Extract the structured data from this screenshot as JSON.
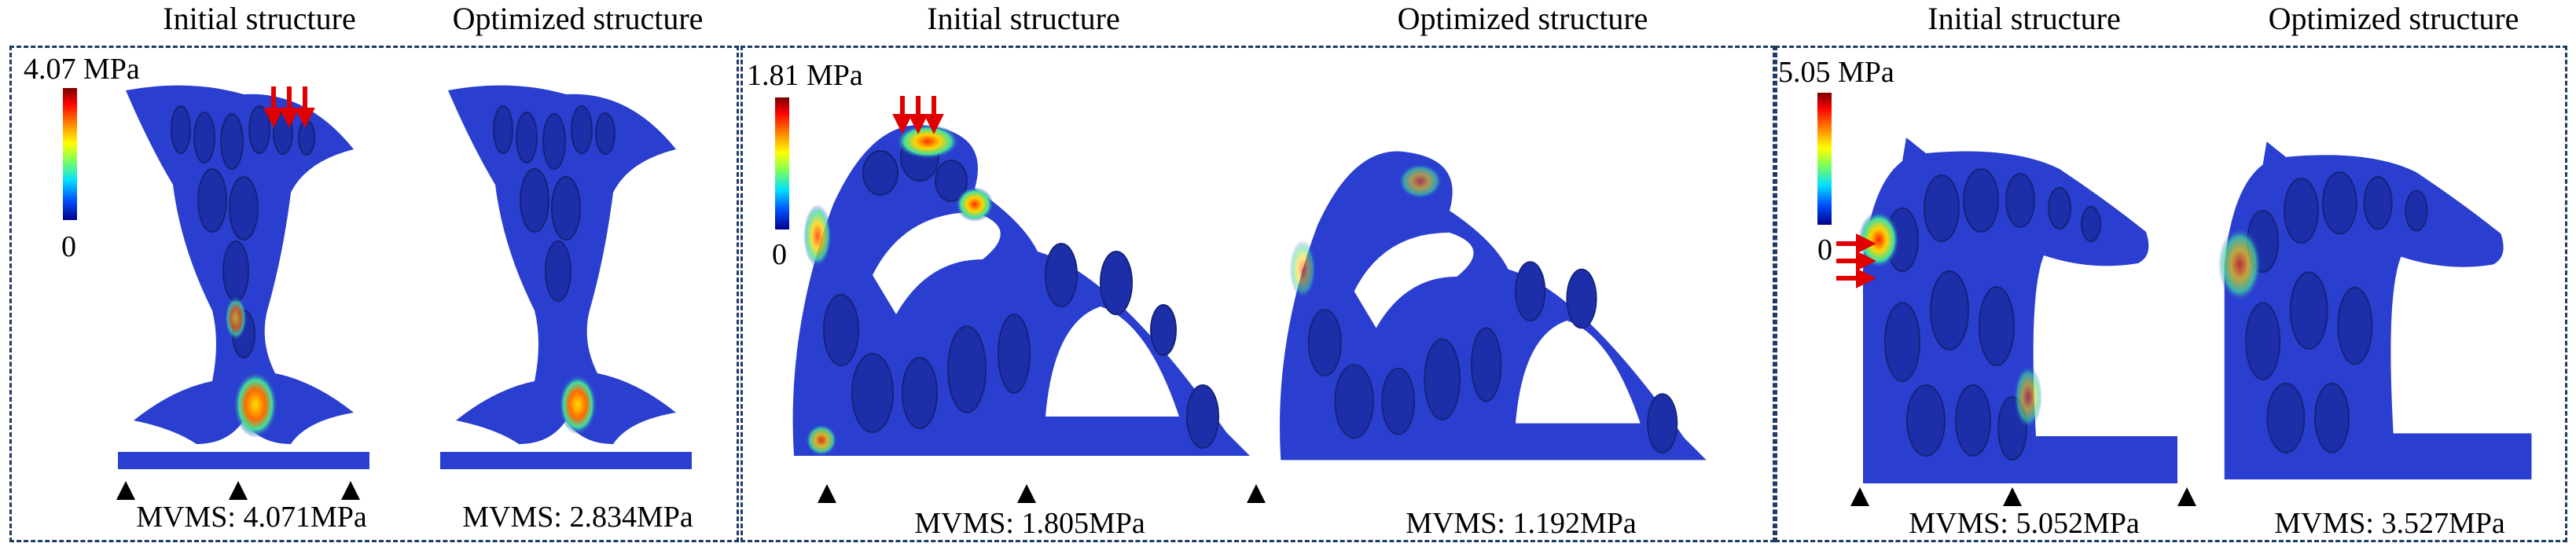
{
  "panels": [
    {
      "id": "dolphin",
      "colorbar": {
        "max_label": "4.07 MPa",
        "min_label": "0"
      },
      "titles": {
        "initial": "Initial structure",
        "optimized": "Optimized structure"
      },
      "mvms": {
        "initial": "MVMS: 4.071MPa",
        "optimized": "MVMS: 2.834MPa"
      }
    },
    {
      "id": "chair",
      "colorbar": {
        "max_label": "1.81 MPa",
        "min_label": "0"
      },
      "titles": {
        "initial": "Initial structure",
        "optimized": "Optimized structure"
      },
      "mvms": {
        "initial": "MVMS: 1.805MPa",
        "optimized": "MVMS: 1.192MPa"
      }
    },
    {
      "id": "horse",
      "colorbar": {
        "max_label": "5.05 MPa",
        "min_label": "0"
      },
      "titles": {
        "initial": "Initial structure",
        "optimized": "Optimized structure"
      },
      "mvms": {
        "initial": "MVMS: 5.052MPa",
        "optimized": "MVMS: 3.527MPa"
      }
    }
  ],
  "colors": {
    "structure_base": "#2a3fd0",
    "structure_dark": "#15237a",
    "stress_high": "#ff2200",
    "stress_mid": "#ffd400",
    "stress_low": "#40e0a0",
    "load_arrow": "#e00000",
    "support_triangle": "#000000",
    "frame_border": "#1f3b63"
  }
}
